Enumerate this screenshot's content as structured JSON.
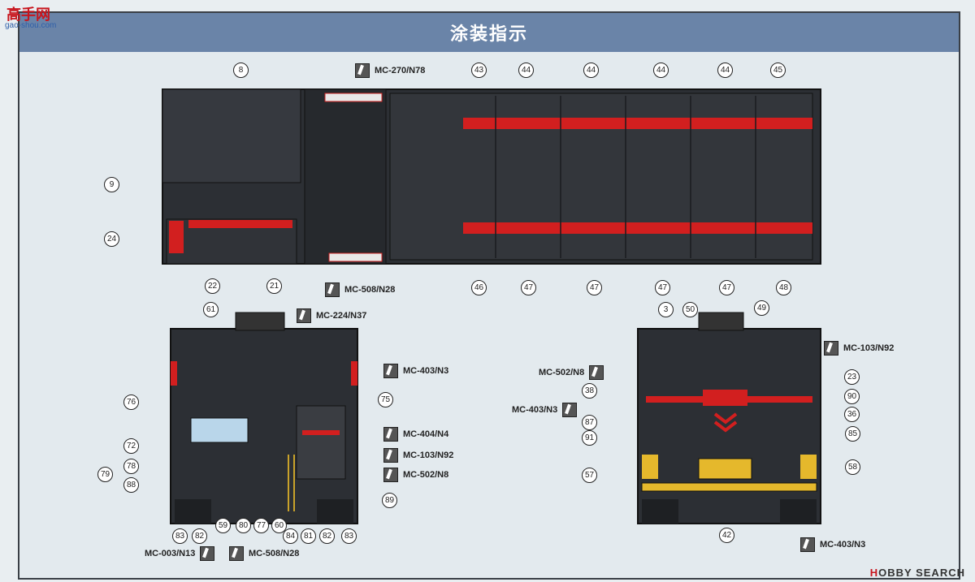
{
  "header": {
    "title": "涂装指示"
  },
  "watermark": {
    "top": "高手网",
    "sub": "gao-shou.com"
  },
  "footer": {
    "brand_prefix": "H",
    "brand_rest": "OBBY SEARCH"
  },
  "paints": {
    "mc270": "MC-270/N78",
    "mc508a": "MC-508/N28",
    "mc224": "MC-224/N37",
    "mc403a": "MC-403/N3",
    "mc404": "MC-404/N4",
    "mc103a": "MC-103/N92",
    "mc502a": "MC-502/N8",
    "mc003": "MC-003/N13",
    "mc508b": "MC-508/N28",
    "mc103b": "MC-103/N92",
    "mc502b": "MC-502/N8",
    "mc403b": "MC-403/N3",
    "mc403c": "MC-403/N3"
  },
  "callouts": {
    "c8": "8",
    "c9": "9",
    "c24": "24",
    "c22": "22",
    "c21": "21",
    "c43": "43",
    "c44a": "44",
    "c44b": "44",
    "c44c": "44",
    "c44d": "44",
    "c45": "45",
    "c46": "46",
    "c47a": "47",
    "c47b": "47",
    "c47c": "47",
    "c47d": "47",
    "c48": "48",
    "c61": "61",
    "c76": "76",
    "c75": "75",
    "c72": "72",
    "c78": "78",
    "c79": "79",
    "c88": "88",
    "c89": "89",
    "c83a": "83",
    "c82a": "82",
    "c59": "59",
    "c80": "80",
    "c77": "77",
    "c60": "60",
    "c84": "84",
    "c81": "81",
    "c82b": "82",
    "c83b": "83",
    "c3": "3",
    "c50": "50",
    "c49": "49",
    "c38": "38",
    "c23": "23",
    "c90": "90",
    "c36": "36",
    "c87": "87",
    "c91": "91",
    "c85": "85",
    "c57": "57",
    "c58": "58",
    "c42": "42"
  }
}
